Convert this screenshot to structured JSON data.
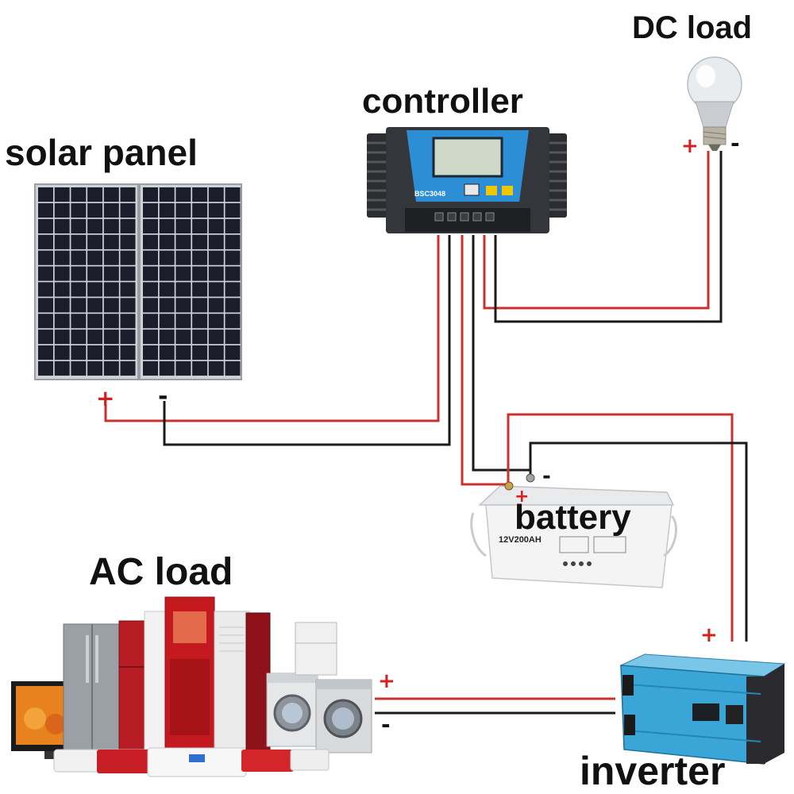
{
  "labels": {
    "solar_panel": "solar panel",
    "controller": "controller",
    "dc_load": "DC load",
    "battery": "battery",
    "ac_load": "AC load",
    "inverter": "inverter"
  },
  "polarity": {
    "plus": "+",
    "minus": "-"
  },
  "device_text": {
    "controller_model": "BSC3048",
    "battery_model": "12V200AH"
  },
  "colors": {
    "positive_wire": "#c8312f",
    "negative_wire": "#1a1a1a",
    "text": "#111111",
    "controller_blue": "#2c8fd6",
    "inverter_blue": "#3aa6d8",
    "panel_cell": "#1b1e2a"
  }
}
